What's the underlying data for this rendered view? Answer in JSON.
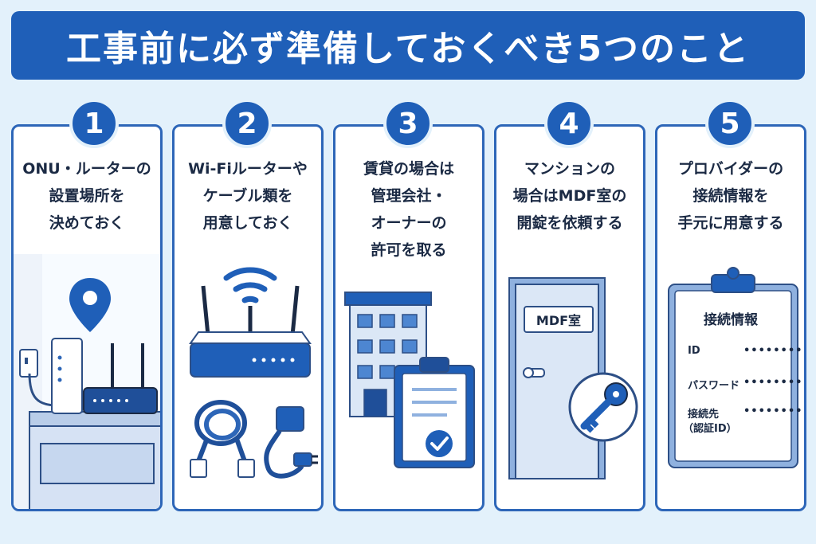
{
  "title": "工事前に必ず準備しておくべき5つのこと",
  "colors": {
    "primary": "#1f5fb8",
    "background": "#e3f1fb",
    "card_border": "#2d66b8",
    "text": "#1b2a44"
  },
  "steps": [
    {
      "number": "1",
      "lines": [
        "ONU・ルーターの",
        "設置場所を",
        "決めておく"
      ],
      "icon": "location-pin-router-icon"
    },
    {
      "number": "2",
      "lines": [
        "Wi-Fiルーターや",
        "ケーブル類を",
        "用意しておく"
      ],
      "icon": "wifi-router-cable-icon"
    },
    {
      "number": "3",
      "lines": [
        "賃貸の場合は",
        "管理会社・",
        "オーナーの",
        "許可を取る"
      ],
      "icon": "building-clipboard-icon"
    },
    {
      "number": "4",
      "lines": [
        "マンションの",
        "場合はMDF室の",
        "開錠を依頼する"
      ],
      "icon": "door-key-icon",
      "door_label": "MDF室"
    },
    {
      "number": "5",
      "lines": [
        "プロバイダーの",
        "接続情報を",
        "手元に用意する"
      ],
      "icon": "clipboard-info-icon",
      "clipboard": {
        "title": "接続情報",
        "rows": [
          {
            "label": "ID",
            "value": "••••••••"
          },
          {
            "label": "パスワード",
            "value": "••••••••"
          },
          {
            "label": "接続先",
            "label2": "（認証ID）",
            "value": "••••••••"
          }
        ]
      }
    }
  ]
}
